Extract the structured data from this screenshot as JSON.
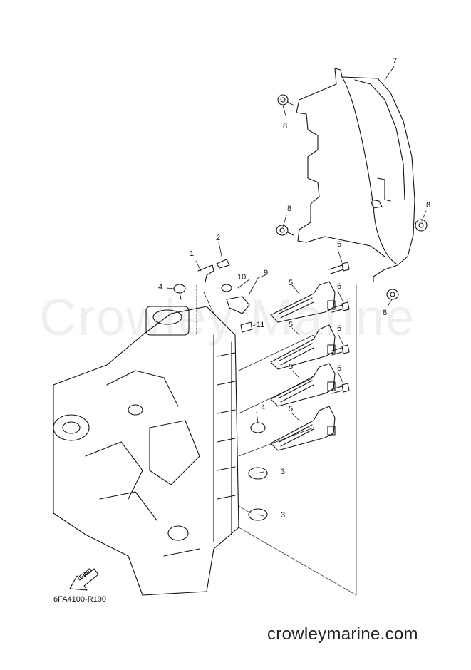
{
  "diagram": {
    "code": "6FA4100-R190",
    "website": "crowleymarine.com",
    "watermark": "Crowley Marine",
    "fwd_label": "FWD",
    "callouts": [
      "1",
      "2",
      "3",
      "3",
      "4",
      "4",
      "5",
      "5",
      "5",
      "5",
      "6",
      "6",
      "6",
      "6",
      "7",
      "8",
      "8",
      "8",
      "8",
      "9",
      "10",
      "11"
    ]
  }
}
